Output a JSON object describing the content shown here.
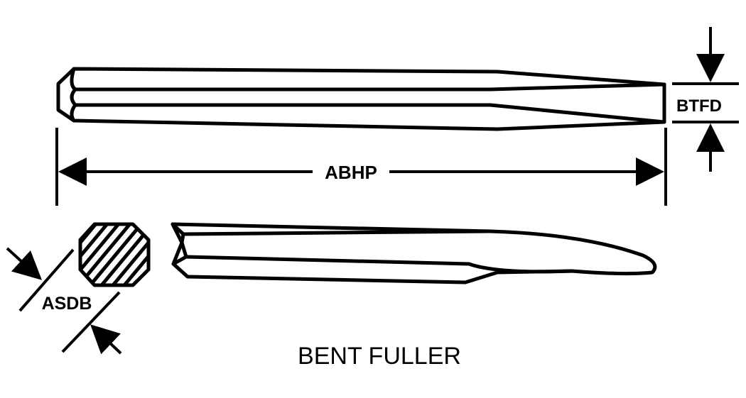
{
  "diagram": {
    "title": "BENT FULLER",
    "dimensions": {
      "overall_length": "ABHP",
      "thickness": "BTFD",
      "section_width": "ASDB"
    },
    "colors": {
      "ink": "#000000",
      "background": "#ffffff"
    }
  }
}
